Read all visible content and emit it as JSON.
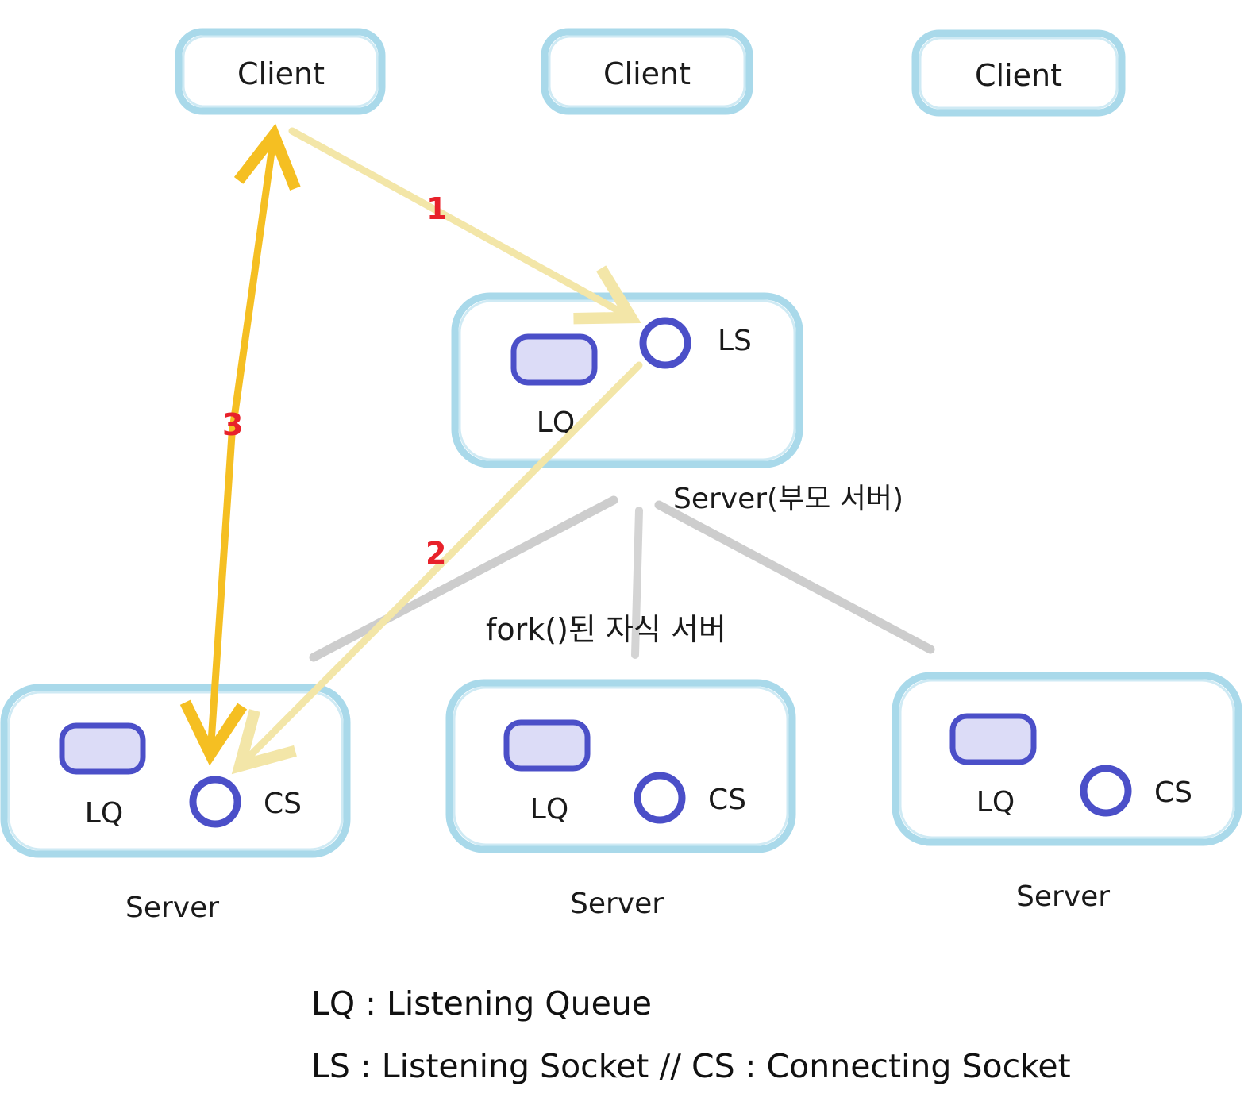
{
  "clients": [
    {
      "label": "Client"
    },
    {
      "label": "Client"
    },
    {
      "label": "Client"
    }
  ],
  "parent_server": {
    "queue_label": "LQ",
    "socket_label": "LS",
    "caption": "Server(부모 서버)"
  },
  "fork_label": "fork()된 자식 서버",
  "child_servers": [
    {
      "queue_label": "LQ",
      "socket_label": "CS",
      "caption": "Server"
    },
    {
      "queue_label": "LQ",
      "socket_label": "CS",
      "caption": "Server"
    },
    {
      "queue_label": "LQ",
      "socket_label": "CS",
      "caption": "Server"
    }
  ],
  "steps": [
    {
      "label": "1"
    },
    {
      "label": "2"
    },
    {
      "label": "3"
    }
  ],
  "legend": {
    "line1": "LQ : Listening Queue",
    "line2": "LS : Listening Socket // CS : Connecting Socket"
  },
  "colors": {
    "box_border": "#a9d9ea",
    "socket": "#4b4fc8",
    "arrow_step1_2": "#f3e6a8",
    "arrow_step3": "#f5bf22",
    "fork_lines": "#c8c8c8",
    "step_number": "#e8212a"
  }
}
